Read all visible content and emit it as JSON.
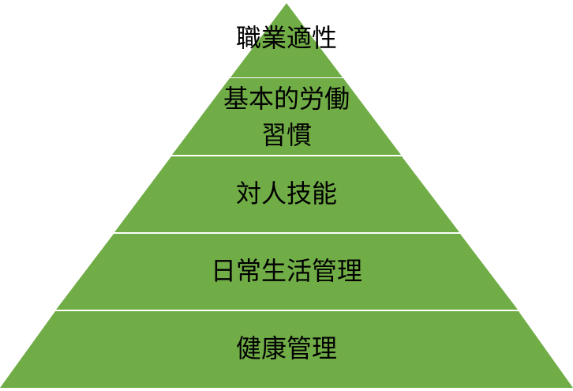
{
  "pyramid": {
    "fill_color": "#71ad47",
    "divider_color": "#ffffff",
    "levels": [
      {
        "lines": [
          "職業適性"
        ]
      },
      {
        "lines": [
          "基本的労働",
          "習慣"
        ]
      },
      {
        "lines": [
          "対人技能"
        ]
      },
      {
        "lines": [
          "日常生活管理"
        ]
      },
      {
        "lines": [
          "健康管理"
        ]
      }
    ]
  }
}
